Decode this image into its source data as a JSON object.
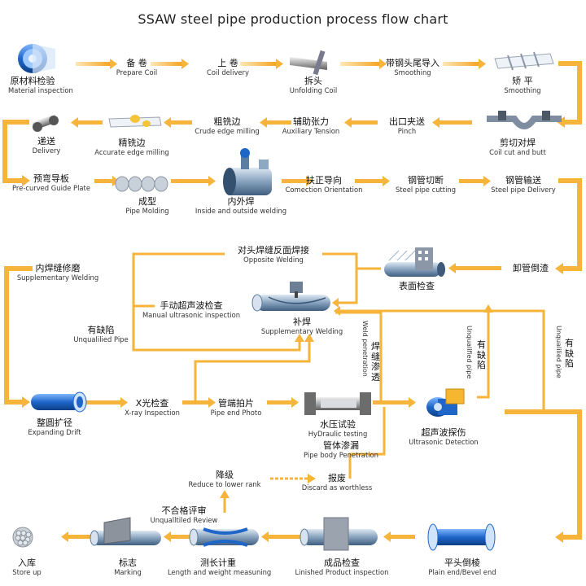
{
  "title": "SSAW steel pipe production process flow chart",
  "colors": {
    "arrow": "#f6b43a",
    "arrow_dark": "#f0a21f",
    "pipe": "#6f8fb0",
    "blue": "#1f66c9"
  },
  "steps": {
    "material_inspection": {
      "cn": "原材料检验",
      "en": "Material inspection",
      "icon": "coil-icon"
    },
    "prepare_coil": {
      "cn": "备 卷",
      "en": "Prepare    Coil"
    },
    "coil_delivery": {
      "cn": "上 卷",
      "en": "Coil    delivery"
    },
    "unfolding_coil": {
      "cn": "拆头",
      "en": "Unfolding Coil",
      "icon": "unfolding-icon"
    },
    "smoothing_entry": {
      "cn": "带钢头尾导入",
      "en": "Smoothing"
    },
    "smoothing": {
      "cn": "矫 平",
      "en": "Smoothing",
      "icon": "leveler-icon"
    },
    "coil_cut_butt": {
      "cn": "剪切对焊",
      "en": "Coil cut and butt",
      "icon": "cut-butt-icon"
    },
    "pinch": {
      "cn": "出口夹送",
      "en": "Pinch"
    },
    "auxiliary_tension": {
      "cn": "辅助张力",
      "en": "Auxiliary Tension"
    },
    "crude_edge_milling": {
      "cn": "粗铣边",
      "en": "Crude edge milling"
    },
    "accurate_edge_milling": {
      "cn": "精铣边",
      "en": "Accurate edge milling",
      "icon": "edge-mill-icon"
    },
    "delivery": {
      "cn": "递送",
      "en": "Delivery",
      "icon": "delivery-icon"
    },
    "pre_curved_guide": {
      "cn": "预弯导板",
      "en": "Pre-curved Guide Plate"
    },
    "pipe_molding": {
      "cn": "成型",
      "en": "Pipe Molding",
      "icon": "molding-icon"
    },
    "inside_outside_welding": {
      "cn": "内外焊",
      "en": "Inside and outside welding",
      "icon": "welding-machine-icon"
    },
    "correction_orientation": {
      "cn": "扶正导向",
      "en": "Comection Orientation"
    },
    "steel_pipe_cutting": {
      "cn": "钢管切断",
      "en": "Steel pipe cutting"
    },
    "steel_pipe_delivery": {
      "cn": "钢管输送",
      "en": "Steel pipe Delivery"
    },
    "unloading": {
      "cn": "卸管倒渣",
      "en": ""
    },
    "surface_check": {
      "cn": "表面检查",
      "en": "",
      "icon": "surface-check-icon"
    },
    "opposite_welding": {
      "cn": "对头焊缝反面焊接",
      "en": "Opposite Welding"
    },
    "supplementary_welding_inner": {
      "cn": "内焊缝修磨",
      "en": "Supplementary Welding"
    },
    "manual_ut": {
      "cn": "手动超声波检查",
      "en": "Manual ultrasonic inspection"
    },
    "supplementary_welding": {
      "cn": "补焊",
      "en": "Supplementary Welding",
      "icon": "repair-weld-icon"
    },
    "unqualified_pipe_left": {
      "cn": "有缺陷",
      "en": "Unqualilied Pipe"
    },
    "weld_penetration": {
      "cn": "焊缝渗透",
      "en": "Weld penetration"
    },
    "unqualified_pipe_mid": {
      "cn": "有缺陷",
      "en": "Unqualified pipe"
    },
    "unqualified_pipe_right": {
      "cn": "有缺陷",
      "en": "Unqualilied pipe"
    },
    "expanding_drift": {
      "cn": "整圆扩径",
      "en": "Expanding Drift",
      "icon": "expanding-icon"
    },
    "xray_inspection": {
      "cn": "X光检查",
      "en": "X-ray Inspection"
    },
    "pipe_end_photo": {
      "cn": "管端拍片",
      "en": "Pipe end Photo"
    },
    "hydraulic_testing": {
      "cn": "水压试验",
      "en": "HyDraulic testing",
      "icon": "hydraulic-icon"
    },
    "pipe_body_penetration": {
      "cn": "管体渗漏",
      "en": "Pipe body Penetration"
    },
    "ultrasonic_detection": {
      "cn": "超声波探伤",
      "en": "Ultrasonic Detection",
      "icon": "ultrasonic-icon"
    },
    "reduce_lower_rank": {
      "cn": "降级",
      "en": "Reduce to lower rank"
    },
    "discard": {
      "cn": "报废",
      "en": "Discard as worthless"
    },
    "unqualified_review": {
      "cn": "不合格评审",
      "en": "Unqualltiled Review"
    },
    "plain_bevel_end": {
      "cn": "平头倒棱",
      "en": "Plain end/Bevel end",
      "icon": "bevel-icon"
    },
    "finished_product_inspection": {
      "cn": "成品检查",
      "en": "Linished Product inspection",
      "icon": "finished-check-icon"
    },
    "length_weight": {
      "cn": "测长计重",
      "en": "Length and weight measuning",
      "icon": "measure-icon"
    },
    "marking": {
      "cn": "标志",
      "en": "Marking",
      "icon": "marking-icon"
    },
    "store_up": {
      "cn": "入库",
      "en": "Store up",
      "icon": "pipe-bundle-icon"
    }
  }
}
